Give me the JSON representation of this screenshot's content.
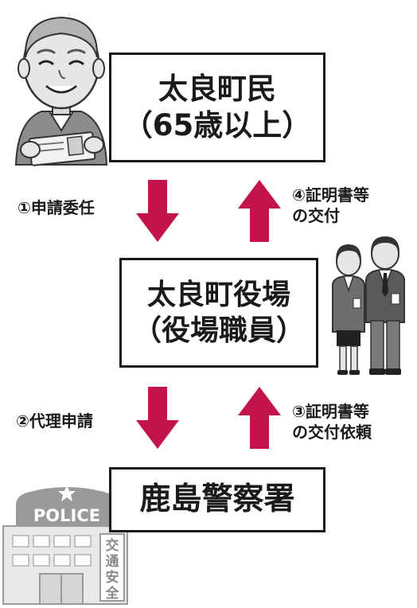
{
  "diagram": {
    "nodes": {
      "residents": {
        "line1": "太良町民",
        "line2": "（65歳以上）"
      },
      "town_office": {
        "line1": "太良町役場",
        "line2": "（役場職員）"
      },
      "police": {
        "line1": "鹿島警察署"
      }
    },
    "steps": {
      "step1": {
        "line1": "①申請委任"
      },
      "step2": {
        "line1": "②代理申請"
      },
      "step3": {
        "line1": "③証明書等",
        "line2": "の交付依頼"
      },
      "step4": {
        "line1": "④証明書等",
        "line2": "の交付"
      }
    },
    "police_building": {
      "sign": "POLICE",
      "vertical_sign": [
        "交",
        "通",
        "安",
        "全"
      ]
    },
    "colors": {
      "arrow": "#c2134a",
      "box_border": "#1a1a1a",
      "text": "#1a1a1a"
    },
    "icons": [
      "elderly-person-icon",
      "office-staff-icon",
      "police-station-icon",
      "arrow-down-icon",
      "arrow-up-icon"
    ]
  }
}
